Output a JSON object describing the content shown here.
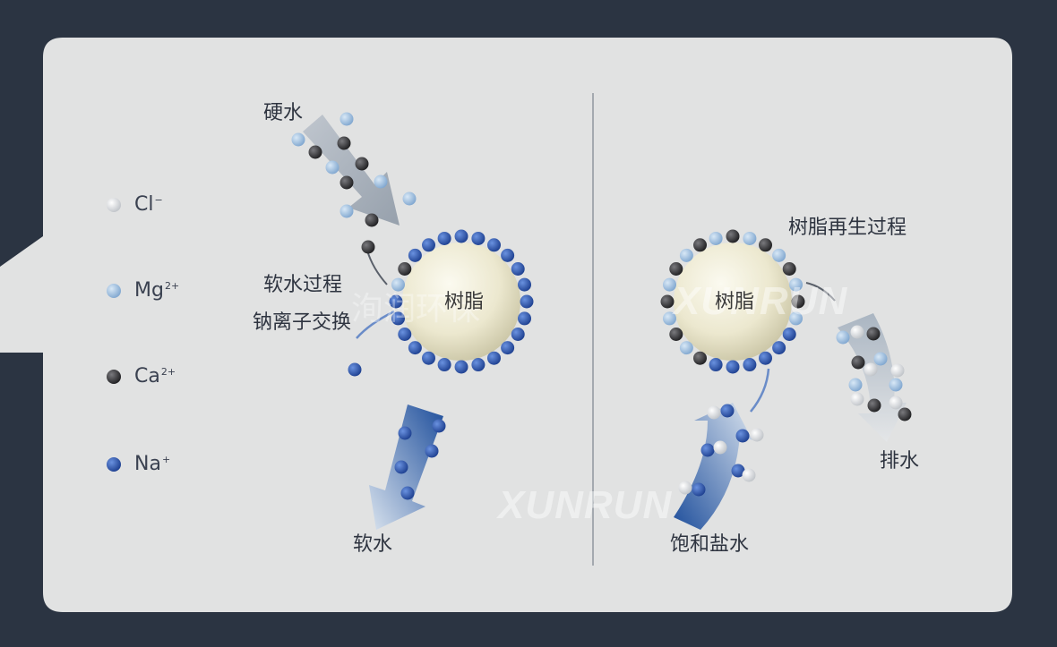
{
  "legend": [
    {
      "symbol": "Cl",
      "charge": "−",
      "color": "#f4f4f6"
    },
    {
      "symbol": "Mg",
      "charge": "2+",
      "color": "#a9c8e6"
    },
    {
      "symbol": "Ca",
      "charge": "2+",
      "color": "#3a3a3c"
    },
    {
      "symbol": "Na",
      "charge": "+",
      "color": "#2e5cb8"
    }
  ],
  "softening": {
    "hard_water_label": "硬水",
    "process_title": "软水过程",
    "process_subtitle": "钠离子交换",
    "resin_label": "树脂",
    "soft_water_label": "软水"
  },
  "regeneration": {
    "process_title": "树脂再生过程",
    "resin_label": "树脂",
    "brine_label": "饱和盐水",
    "drain_label": "排水"
  },
  "watermarks": {
    "brand_en": "XUNRUN",
    "brand_cn": "洵润环保"
  },
  "colors": {
    "background": "#2b3442",
    "panel": "#e1e2e2",
    "cl": "#f4f4f6",
    "mg": "#a9c8e6",
    "ca": "#3a3a3c",
    "na": "#2e5cb8"
  }
}
